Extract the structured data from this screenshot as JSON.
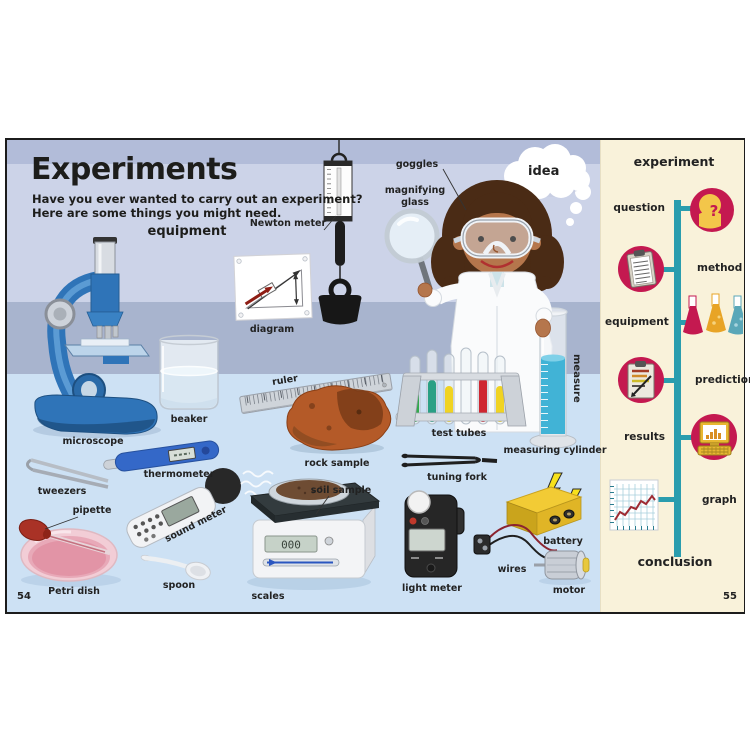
{
  "page": {
    "title": "Experiments",
    "intro_line1": "Have you ever wanted to carry out an experiment?",
    "intro_line2": "Here are some things you might need.",
    "section_label": "equipment",
    "page_number_left": "54"
  },
  "labels": {
    "goggles": "goggles",
    "idea": "idea",
    "magnifying_glass": "magnifying glass",
    "newton_meter": "Newton meter",
    "diagram": "diagram",
    "microscope": "microscope",
    "beaker": "beaker",
    "ruler": "ruler",
    "rock_sample": "rock sample",
    "test_tubes": "test tubes",
    "measuring_cylinder": "measuring cylinder",
    "measure": "measure",
    "tweezers": "tweezers",
    "thermometer": "thermometer",
    "sound_meter": "sound meter",
    "soil_sample": "soil sample",
    "tuning_fork": "tuning fork",
    "pipette": "pipette",
    "petri_dish": "Petri dish",
    "spoon": "spoon",
    "scales": "scales",
    "light_meter": "light meter",
    "wires": "wires",
    "battery": "battery",
    "motor": "motor"
  },
  "scales": {
    "display": "000"
  },
  "sidebar": {
    "title": "experiment",
    "steps": [
      {
        "label": "question",
        "icon": "question-head-icon"
      },
      {
        "label": "method",
        "icon": "clipboard-icon"
      },
      {
        "label": "equipment",
        "icon": "flasks-icon"
      },
      {
        "label": "prediction",
        "icon": "prediction-clipboard-icon"
      },
      {
        "label": "results",
        "icon": "computer-chart-icon"
      },
      {
        "label": "graph",
        "icon": "line-graph-icon"
      }
    ],
    "conclusion": "conclusion",
    "page_number_right": "55"
  },
  "colors": {
    "accent_crimson": "#c41950",
    "teal": "#2a9dae",
    "sidebar_cream": "#f9f2da",
    "band_top": "#b2bcd9",
    "band_upper": "#ccd3e8",
    "band_middle": "#a8b4ce",
    "band_lower": "#cde1f4"
  }
}
